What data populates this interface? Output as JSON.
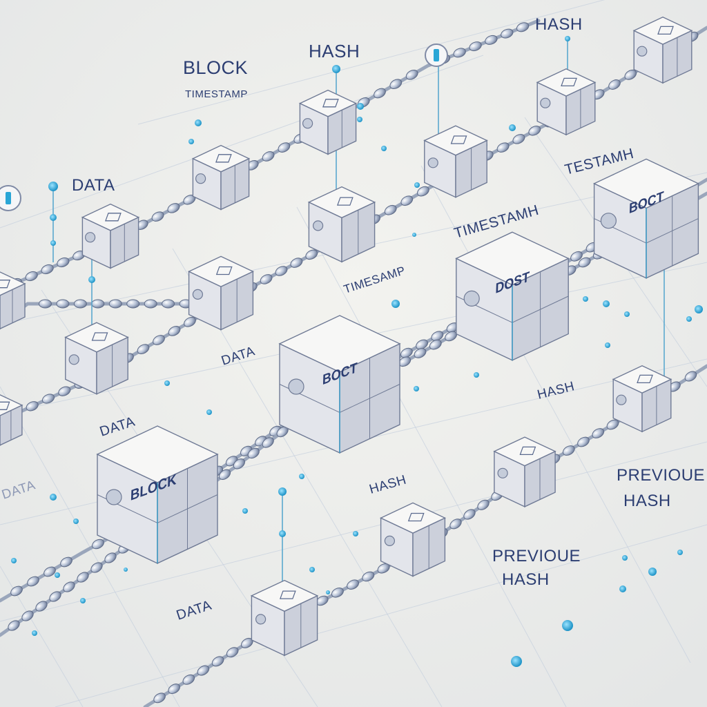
{
  "labels": {
    "block": "BLOCK",
    "timestamp_top": "TIMESTAMP",
    "hash_top_mid": "HASH",
    "hash_top_right": "HASH",
    "data_left": "DATA",
    "testamh": "TESTAMH",
    "timestamp_mid": "TIMESTAMH",
    "timesamp": "TIMESAMP",
    "data_mid": "DATA",
    "data_low_left": "DATA",
    "data_faint": "DATA",
    "hash_mid_right": "HASH",
    "hash_low": "HASH",
    "previous_hash_right_1": "PREVIOUE",
    "previous_hash_right_2": "HASH",
    "previous_hash_center_1": "PREVIOUE",
    "previous_hash_center_2": "HASH",
    "data_bottom": "DATA"
  },
  "big_blocks": {
    "block_1": "BLOCK",
    "block_2": "BOCT",
    "block_3": "DOST",
    "block_4": "BOCT"
  },
  "colors": {
    "background": "#eeeeea",
    "cube_top": "#f7f7f6",
    "cube_left": "#e3e5eb",
    "cube_right": "#ccd0db",
    "cube_edge": "#6f7a95",
    "chain": "#9aa6bb",
    "accent": "#2aa6d6",
    "grid": "#c6d0de",
    "text": "#2c3e72"
  }
}
